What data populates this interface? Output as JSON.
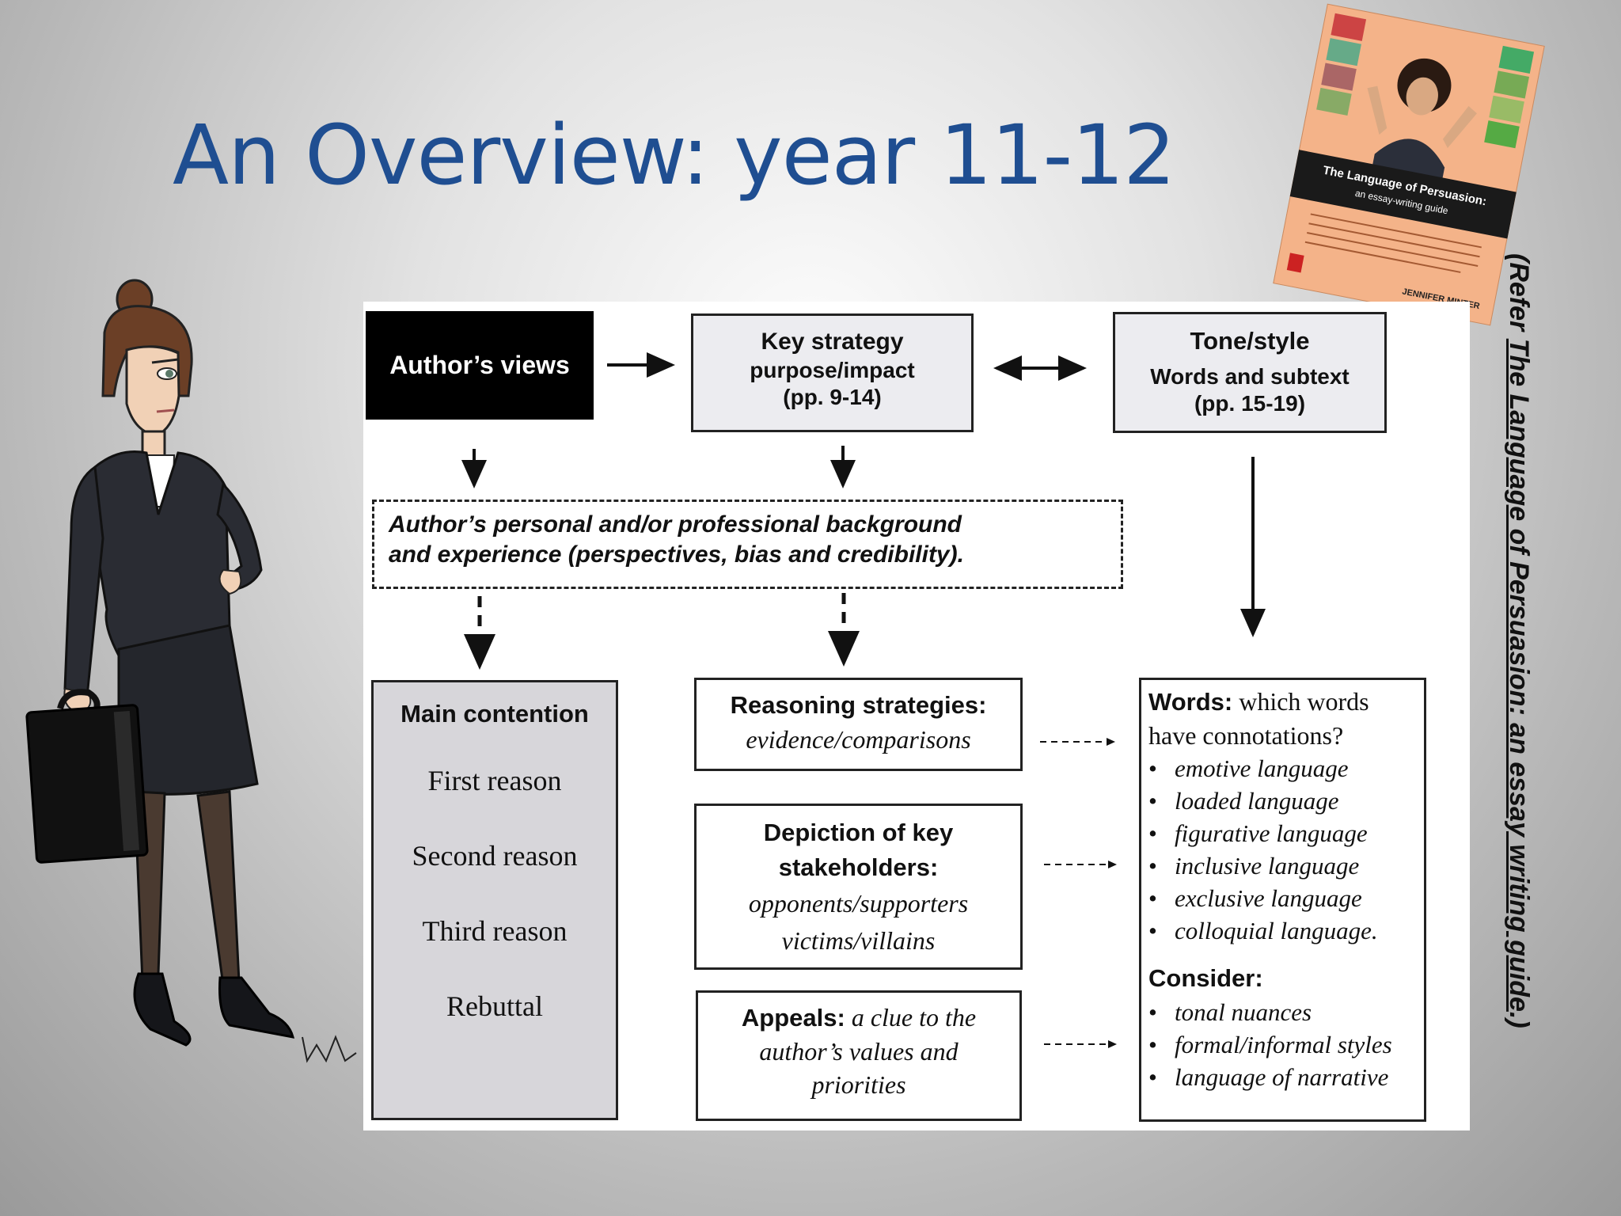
{
  "slide": {
    "title": "An Overview: year 11-12",
    "side_note": {
      "prefix": "(Refer ",
      "book_title": "The Language of Persuasion: an essay writing guide",
      "suffix": ".)"
    }
  },
  "book_cover": {
    "title": "The Language of Persuasion:",
    "subtitle": "an essay-writing guide",
    "author": "JENNIFER MINTER",
    "colors": {
      "cover": "#f4b389",
      "band": "#1a1a1a"
    }
  },
  "diagram": {
    "authors_views": "Author’s views",
    "key_strategy": {
      "line1": "Key strategy",
      "line2": "purpose/impact",
      "line3": "(pp. 9-14)"
    },
    "tone_style": {
      "title": "Tone/style",
      "line2": "Words and subtext",
      "line3": "(pp. 15-19)"
    },
    "background": {
      "line1": "Author’s personal and/or professional background",
      "line2": "and experience (perspectives, bias and credibility)."
    },
    "main_contention": {
      "title": "Main contention",
      "reasons": [
        "First reason",
        "Second reason",
        "Third reason",
        "Rebuttal"
      ]
    },
    "reasoning": {
      "title": "Reasoning strategies:",
      "detail": "evidence/comparisons"
    },
    "depiction": {
      "title1": "Depiction of key",
      "title2": "stakeholders:",
      "detail1": "opponents/supporters",
      "detail2": "victims/villains"
    },
    "appeals": {
      "title": "Appeals:",
      "detail1": " a clue to the",
      "detail2": "author’s values and",
      "detail3": "priorities"
    },
    "words": {
      "title": "Words:",
      "question1": " which words",
      "question2": "have connotations?",
      "items": [
        "emotive language",
        "loaded language",
        "figurative language",
        "inclusive language",
        "exclusive language",
        "colloquial language."
      ],
      "consider_title": "Consider:",
      "consider_items": [
        "tonal nuances",
        "formal/informal styles",
        "language of narrative"
      ]
    }
  },
  "colors": {
    "title": "#1f4e91",
    "box_fill": "#ececf0",
    "main_fill": "#d7d6da"
  }
}
